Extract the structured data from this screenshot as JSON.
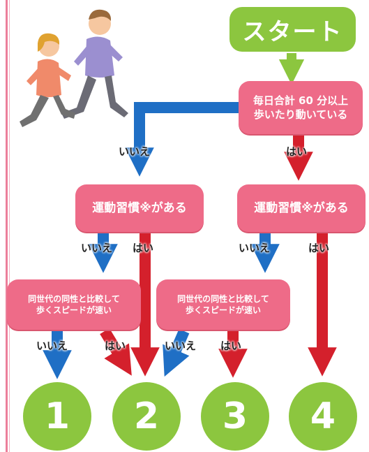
{
  "start_label": "スタート",
  "questions": {
    "q1": "毎日合計 60 分以上\n歩いたり動いている",
    "q2_left": "運動習慣※がある",
    "q2_right": "運動習慣※がある",
    "q3_left": "同世代の同性と比較して\n歩くスピードが速い",
    "q3_right": "同世代の同性と比較して\n歩くスピードが速い"
  },
  "answers": {
    "yes": "はい",
    "no": "いいえ"
  },
  "results": [
    "1",
    "2",
    "3",
    "4"
  ],
  "colors": {
    "no_arrow": "#1f6fc5",
    "yes_arrow": "#d4202c",
    "question_box": "#ee6b88",
    "start_and_results": "#8cc63f"
  },
  "illustration": "two-runners-jogging"
}
